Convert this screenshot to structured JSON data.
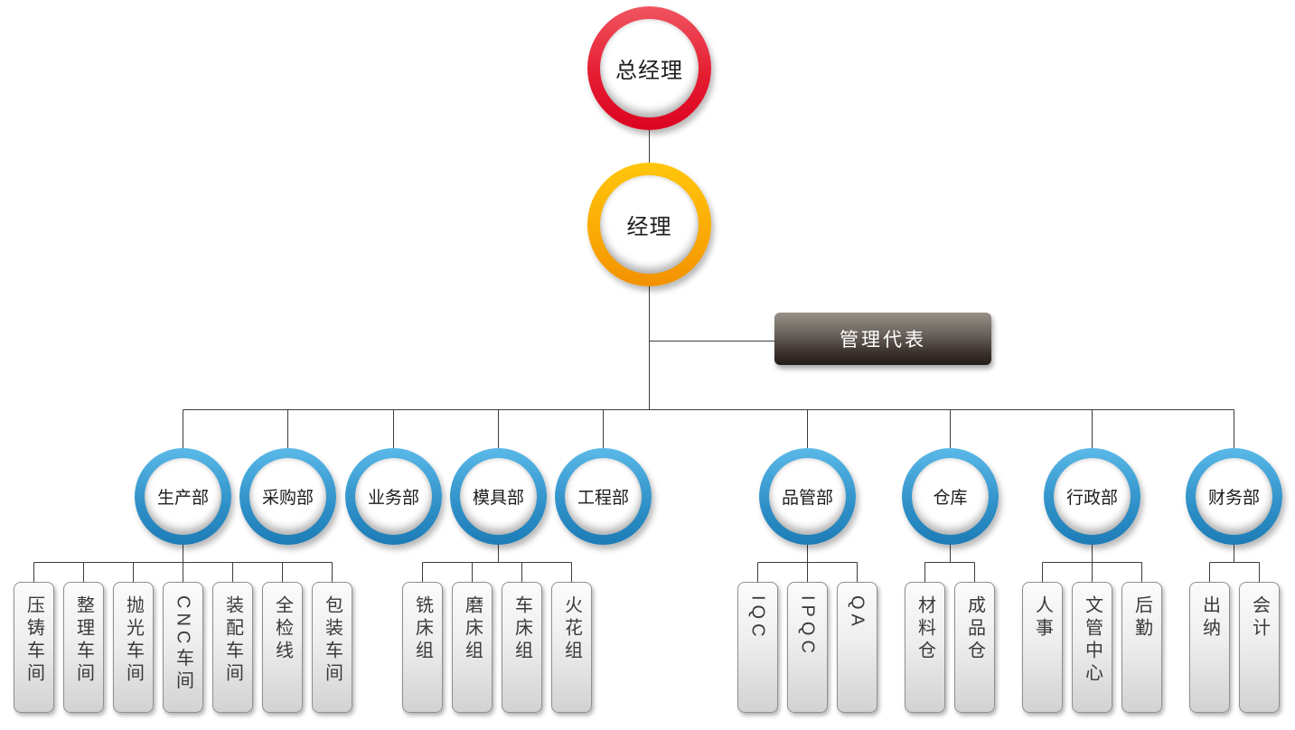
{
  "chart_title": "",
  "root": {
    "label": "总经理"
  },
  "manager": {
    "label": "经理"
  },
  "management_rep": {
    "label": "管理代表"
  },
  "departments": [
    {
      "label": "生产部",
      "children": [
        "压铸车间",
        "整理车间",
        "抛光车间",
        "CNC车间",
        "装配车间",
        "全检线",
        "包装车间"
      ]
    },
    {
      "label": "采购部",
      "children": []
    },
    {
      "label": "业务部",
      "children": []
    },
    {
      "label": "模具部",
      "children": [
        "铣床组",
        "磨床组",
        "车床组",
        "火花组"
      ]
    },
    {
      "label": "工程部",
      "children": []
    },
    {
      "label": "品管部",
      "children": [
        "IQC",
        "IPQC",
        "QA"
      ]
    },
    {
      "label": "仓库",
      "children": [
        "材料仓",
        "成品仓"
      ]
    },
    {
      "label": "行政部",
      "children": [
        "人事",
        "文管中心",
        "后勤"
      ]
    },
    {
      "label": "财务部",
      "children": [
        "出纳",
        "会计"
      ]
    }
  ],
  "colors": {
    "root_ring": "#e51d31",
    "manager_ring": "#fbab04",
    "dept_ring": "#2f90c8",
    "rep_box_dark": "#251d1a",
    "connector_line": "#3c3c3c",
    "box_fill_bottom": "#d2d2d2"
  }
}
